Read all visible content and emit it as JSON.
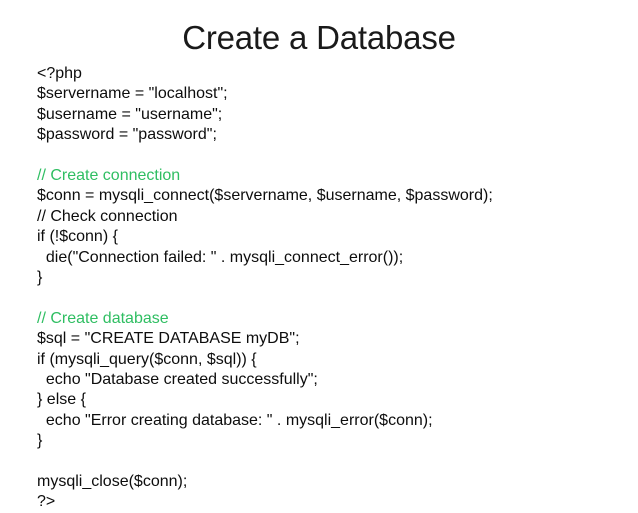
{
  "slide": {
    "title": "Create a Database",
    "background_color": "#ffffff",
    "text_color": "#0d0d0d",
    "comment_color": "#2fbe62"
  },
  "code": {
    "language": "php",
    "lines": [
      {
        "text": "<?php",
        "style": "plain"
      },
      {
        "text": "$servername = \"localhost\";",
        "style": "plain"
      },
      {
        "text": "$username = \"username\";",
        "style": "plain"
      },
      {
        "text": "$password = \"password\";",
        "style": "plain"
      },
      {
        "text": "",
        "style": "blank"
      },
      {
        "text": "// Create connection",
        "style": "comment-green"
      },
      {
        "text": "$conn = mysqli_connect($servername, $username, $password);",
        "style": "plain"
      },
      {
        "text": "// Check connection",
        "style": "plain"
      },
      {
        "text": "if (!$conn) {",
        "style": "plain"
      },
      {
        "text": "  die(\"Connection failed: \" . mysqli_connect_error());",
        "style": "plain"
      },
      {
        "text": "}",
        "style": "plain"
      },
      {
        "text": "",
        "style": "blank"
      },
      {
        "text": "// Create database",
        "style": "comment-green"
      },
      {
        "text": "$sql = \"CREATE DATABASE myDB\";",
        "style": "plain"
      },
      {
        "text": "if (mysqli_query($conn, $sql)) {",
        "style": "plain"
      },
      {
        "text": "  echo \"Database created successfully\";",
        "style": "plain"
      },
      {
        "text": "} else {",
        "style": "plain"
      },
      {
        "text": "  echo \"Error creating database: \" . mysqli_error($conn);",
        "style": "plain"
      },
      {
        "text": "}",
        "style": "plain"
      },
      {
        "text": "",
        "style": "blank"
      },
      {
        "text": "mysqli_close($conn);",
        "style": "plain"
      },
      {
        "text": "?>",
        "style": "plain"
      }
    ]
  }
}
